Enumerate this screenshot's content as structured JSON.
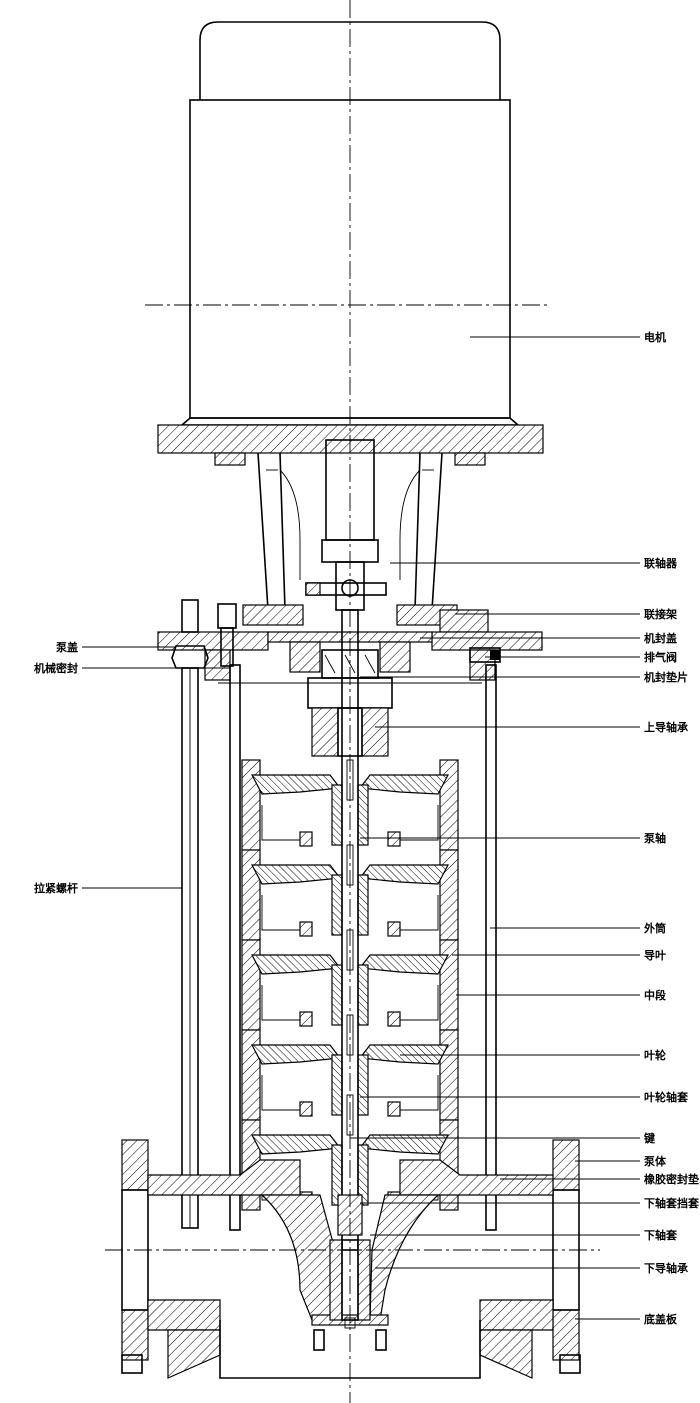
{
  "diagram": {
    "labels_right": [
      {
        "id": "motor",
        "text": "电机"
      },
      {
        "id": "coupling",
        "text": "联轴器"
      },
      {
        "id": "coupling-frame",
        "text": "联接架"
      },
      {
        "id": "seal-cover",
        "text": "机封盖"
      },
      {
        "id": "vent-valve",
        "text": "排气阀"
      },
      {
        "id": "seal-gasket",
        "text": "机封垫片"
      },
      {
        "id": "upper-guide-bearing",
        "text": "上导轴承"
      },
      {
        "id": "pump-shaft",
        "text": "泵轴"
      },
      {
        "id": "outer-cylinder",
        "text": "外筒"
      },
      {
        "id": "guide-vane",
        "text": "导叶"
      },
      {
        "id": "middle-section",
        "text": "中段"
      },
      {
        "id": "impeller",
        "text": "叶轮"
      },
      {
        "id": "impeller-sleeve",
        "text": "叶轮轴套"
      },
      {
        "id": "key",
        "text": "键"
      },
      {
        "id": "pump-body",
        "text": "泵体"
      },
      {
        "id": "rubber-gasket",
        "text": "橡胶密封垫"
      },
      {
        "id": "lower-sleeve-retainer",
        "text": "下轴套挡套"
      },
      {
        "id": "lower-sleeve",
        "text": "下轴套"
      },
      {
        "id": "lower-guide-bearing",
        "text": "下导轴承"
      },
      {
        "id": "bottom-cover",
        "text": "底盖板"
      }
    ],
    "labels_left": [
      {
        "id": "pump-cover",
        "text": "泵盖"
      },
      {
        "id": "mechanical-seal",
        "text": "机械密封"
      },
      {
        "id": "tie-rod",
        "text": "拉紧螺杆"
      }
    ]
  }
}
